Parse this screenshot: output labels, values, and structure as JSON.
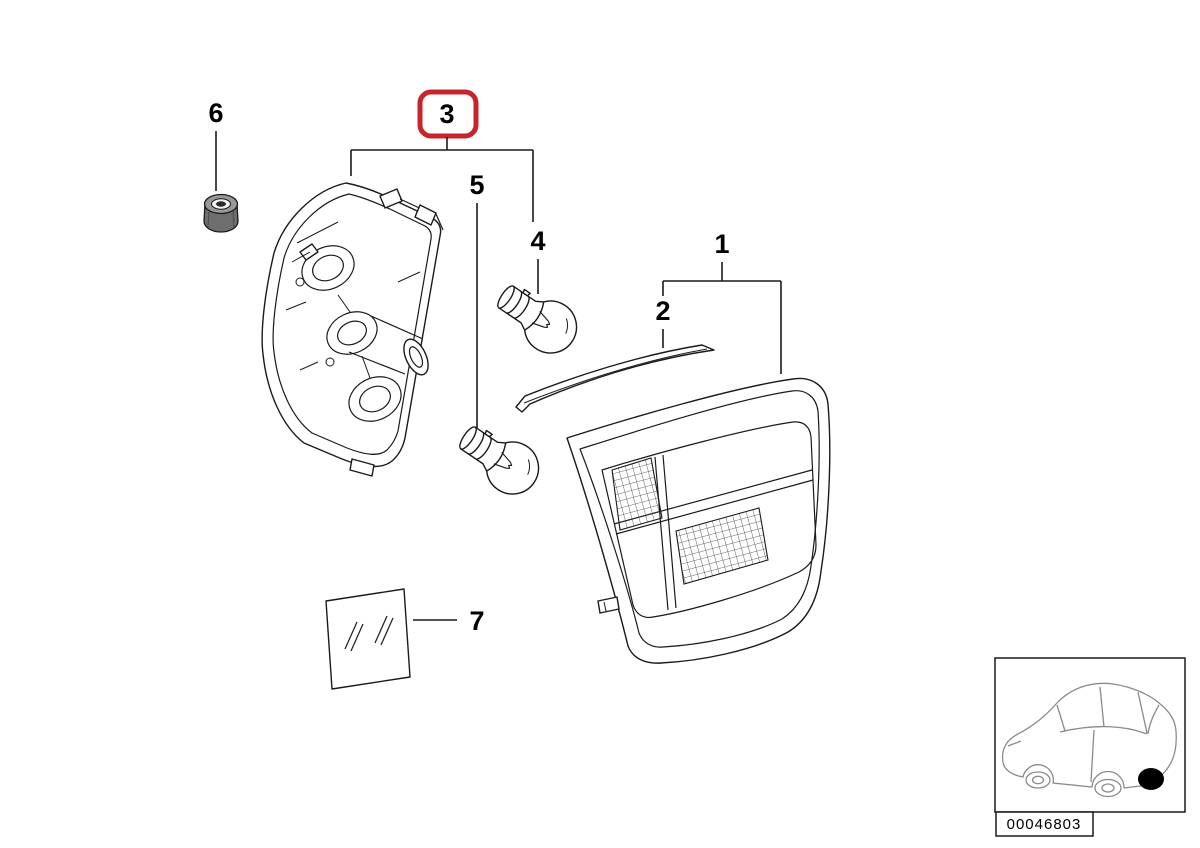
{
  "callouts": {
    "part1": "1",
    "part2": "2",
    "part3": "3",
    "part4": "4",
    "part5": "5",
    "part6": "6",
    "part7": "7"
  },
  "highlight": {
    "highlighted_part": "3",
    "box_color": "#c8242b"
  },
  "inset": {
    "doc_number": "00046803"
  },
  "colors": {
    "background": "#ffffff",
    "line": "#1a1a1a",
    "car_sketch": "#8a8a8a"
  }
}
